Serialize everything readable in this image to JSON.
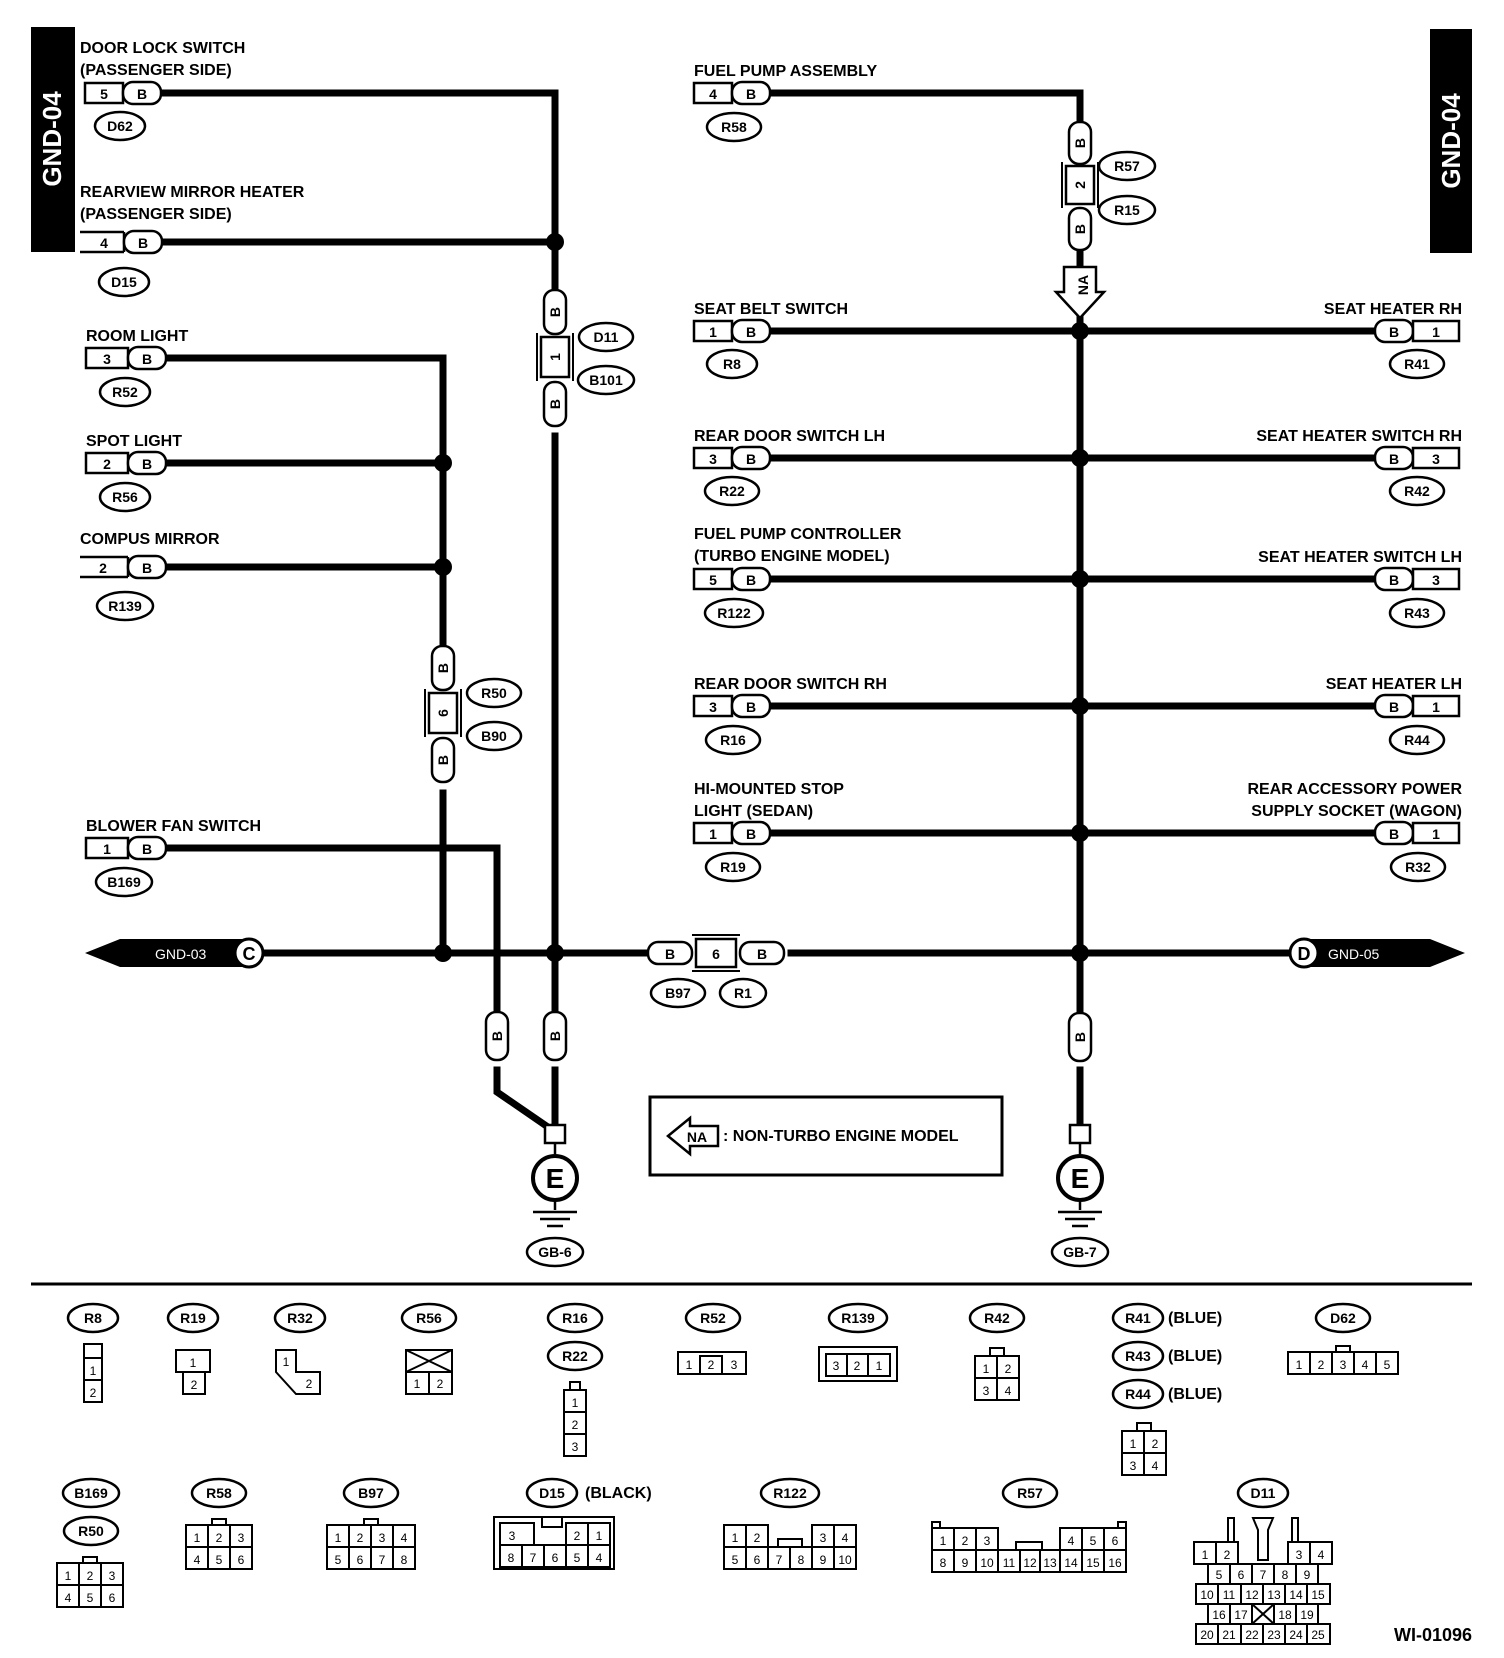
{
  "tab_label": "GND-04",
  "figure_id": "WI-01096",
  "wire_color": "B",
  "bus": {
    "left": "GND-03",
    "left_marker": "C",
    "right": "GND-05",
    "right_marker": "D"
  },
  "components": {
    "door_lock": {
      "name": [
        "DOOR LOCK SWITCH",
        "(PASSENGER SIDE)"
      ],
      "pin": "5",
      "conn": "D62"
    },
    "mirror": {
      "name": [
        "REARVIEW MIRROR HEATER",
        "(PASSENGER SIDE)"
      ],
      "pin": "4",
      "conn": "D15"
    },
    "room": {
      "name": [
        "ROOM LIGHT"
      ],
      "pin": "3",
      "conn": "R52"
    },
    "spot": {
      "name": [
        "SPOT LIGHT"
      ],
      "pin": "2",
      "conn": "R56"
    },
    "compus": {
      "name": [
        "COMPUS MIRROR"
      ],
      "pin": "2",
      "conn": "R139"
    },
    "blower": {
      "name": [
        "BLOWER FAN SWITCH"
      ],
      "pin": "1",
      "conn": "B169"
    },
    "fuel_pump": {
      "name": [
        "FUEL PUMP ASSEMBLY"
      ],
      "pin": "4",
      "conn": "R58"
    },
    "seat_belt": {
      "name": [
        "SEAT BELT SWITCH"
      ],
      "pin": "1",
      "conn": "R8"
    },
    "rear_door_lh": {
      "name": [
        "REAR DOOR SWITCH LH"
      ],
      "pin": "3",
      "conn": "R22"
    },
    "fp_ctrl": {
      "name": [
        "FUEL PUMP CONTROLLER",
        "(TURBO ENGINE MODEL)"
      ],
      "pin": "5",
      "conn": "R122"
    },
    "rear_door_rh": {
      "name": [
        "REAR DOOR SWITCH RH"
      ],
      "pin": "3",
      "conn": "R16"
    },
    "hi_stop": {
      "name": [
        "HI-MOUNTED STOP",
        "LIGHT (SEDAN)"
      ],
      "pin": "1",
      "conn": "R19"
    },
    "seat_heater_rh": {
      "name": [
        "SEAT HEATER RH"
      ],
      "pin": "1",
      "conn": "R41"
    },
    "sh_switch_rh": {
      "name": [
        "SEAT HEATER SWITCH RH"
      ],
      "pin": "3",
      "conn": "R42"
    },
    "sh_switch_lh": {
      "name": [
        "SEAT HEATER SWITCH LH"
      ],
      "pin": "3",
      "conn": "R43"
    },
    "seat_heater_lh": {
      "name": [
        "SEAT HEATER LH"
      ],
      "pin": "1",
      "conn": "R44"
    },
    "rear_acc": {
      "name": [
        "REAR ACCESSORY POWER",
        "SUPPLY SOCKET (WAGON)"
      ],
      "pin": "1",
      "conn": "R32"
    }
  },
  "inline_connectors": {
    "d11": {
      "pin": "1",
      "top": "D11",
      "bottom": "B101"
    },
    "r50": {
      "pin": "6",
      "top": "R50",
      "bottom": "B90"
    },
    "r57": {
      "pin": "2",
      "top": "R57",
      "bottom": "R15"
    },
    "b97": {
      "pin": "6",
      "left": "B97",
      "right": "R1"
    }
  },
  "na_tag": "NA",
  "legend": {
    "text": ": NON-TURBO ENGINE MODEL"
  },
  "grounds": {
    "gb6": "GB-6",
    "gb7": "GB-7",
    "symbol": "E"
  },
  "connector_views": {
    "r8": "R8",
    "r19": "R19",
    "r32": "R32",
    "r56": "R56",
    "r16": "R16",
    "r22": "R22",
    "r52": "R52",
    "r139": "R139",
    "r42": "R42",
    "r41": "R41",
    "r43": "R43",
    "r44": "R44",
    "d62": "D62",
    "b169": "B169",
    "r50": "R50",
    "r58": "R58",
    "b97": "B97",
    "d15": "D15",
    "r122": "R122",
    "r57": "R57",
    "d11": "D11",
    "blue": "(BLUE)",
    "black": "(BLACK)"
  }
}
